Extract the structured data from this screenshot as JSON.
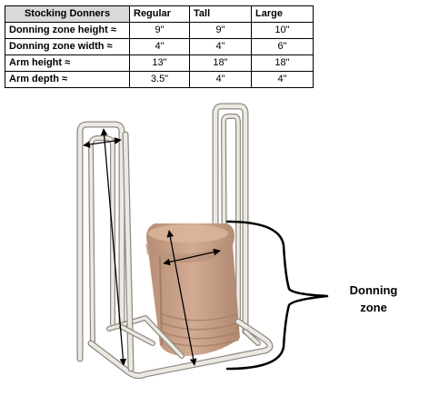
{
  "table": {
    "header": [
      "Stocking Donners",
      "Regular",
      "Tall",
      "Large"
    ],
    "rows": [
      {
        "label": "Donning zone height ≈",
        "values": [
          "9\"",
          "9\"",
          "10\""
        ]
      },
      {
        "label": "Donning zone width ≈",
        "values": [
          "4\"",
          "4\"",
          "6\""
        ]
      },
      {
        "label": "Arm height ≈",
        "values": [
          "13\"",
          "18\"",
          "18\""
        ]
      },
      {
        "label": "Arm depth ≈",
        "values": [
          "3.5\"",
          "4\"",
          "4\""
        ]
      }
    ]
  },
  "annotation": {
    "line1": "Donning",
    "line2": "zone"
  },
  "colors": {
    "frame": "#ece9e2",
    "frame_outline": "#8e8a82",
    "sleeve": "#c69c82",
    "sleeve_shadow": "#a57e66",
    "arrows": "#000000"
  }
}
